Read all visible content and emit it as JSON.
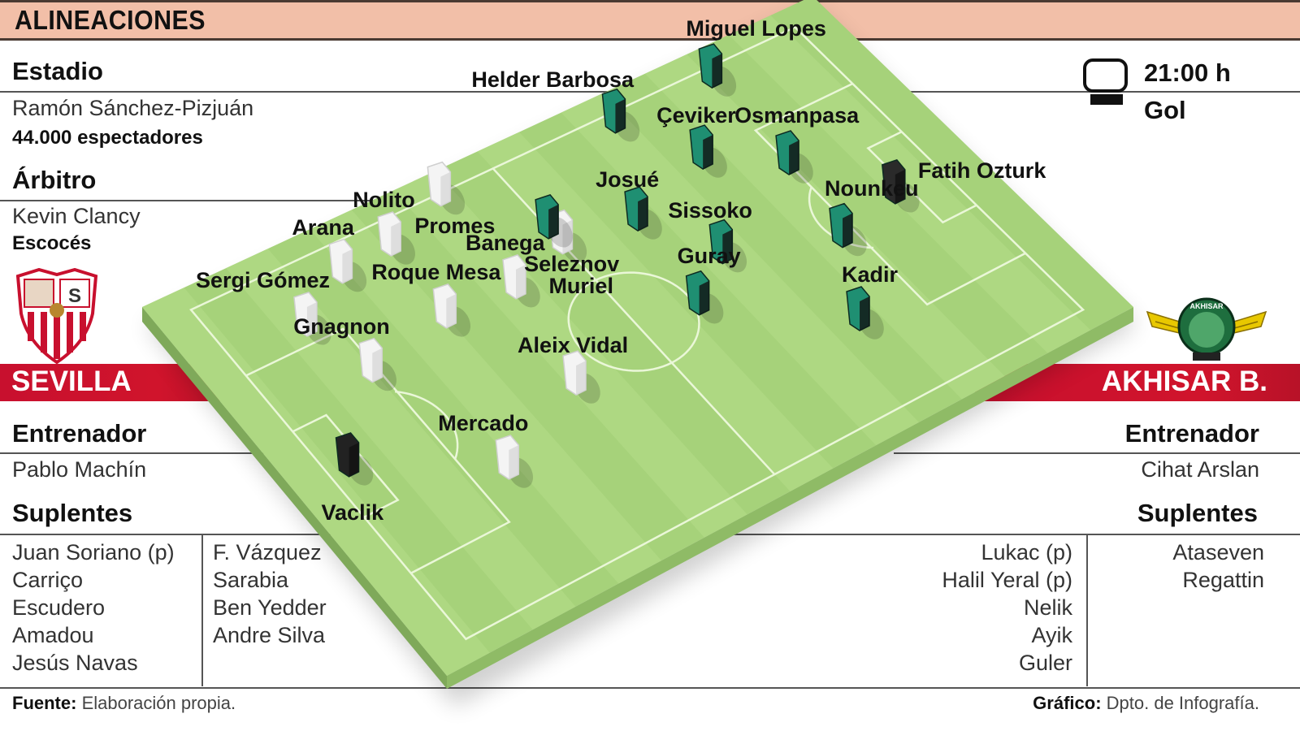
{
  "header": {
    "title": "ALINEACIONES"
  },
  "match_info": {
    "stadium_label": "Estadio",
    "stadium_name": "Ramón Sánchez-Pizjuán",
    "capacity": "44.000 espectadores",
    "referee_label": "Árbitro",
    "referee_name": "Kevin Clancy",
    "referee_nationality": "Escocés",
    "kickoff_time": "21:00 h",
    "tv_channel": "Gol",
    "tv_icon": "tv-icon"
  },
  "home": {
    "name": "SEVILLA",
    "crest_icon": "sevilla-crest-icon",
    "coach_label": "Entrenador",
    "coach": "Pablo Machín",
    "subs_label": "Suplentes",
    "subs_col1": [
      "Juan Soriano (p)",
      "Carriço",
      "Escudero",
      "Amadou",
      "Jesús Navas"
    ],
    "subs_col2": [
      "F. Vázquez",
      "Sarabia",
      "Ben Yedder",
      "Andre Silva"
    ],
    "kit_color": "#f4f4f4",
    "gk_color": "#222222",
    "lineup": [
      {
        "name": "Vaclik",
        "role": "gk"
      },
      {
        "name": "Gnagnon"
      },
      {
        "name": "Sergi Gómez"
      },
      {
        "name": "Mercado"
      },
      {
        "name": "Roque Mesa"
      },
      {
        "name": "Arana"
      },
      {
        "name": "Aleix Vidal"
      },
      {
        "name": "Banega"
      },
      {
        "name": "Nolito"
      },
      {
        "name": "Muriel"
      },
      {
        "name": "Promes"
      }
    ]
  },
  "away": {
    "name": "AKHISAR B.",
    "crest_icon": "akhisar-crest-icon",
    "crest_text": "AKHISAR",
    "coach_label": "Entrenador",
    "coach": "Cihat Arslan",
    "subs_label": "Suplentes",
    "subs_col1": [
      "Lukac (p)",
      "Halil Yeral (p)",
      "Nelik",
      "Ayik",
      "Guler"
    ],
    "subs_col2": [
      "Ataseven",
      "Regattin"
    ],
    "kit_color": "#1f8f72",
    "gk_color": "#2a2a2a",
    "lineup": [
      {
        "name": "Fatih Ozturk",
        "role": "gk"
      },
      {
        "name": "Miguel Lopes"
      },
      {
        "name": "Osmanpasa"
      },
      {
        "name": "Nounkeu"
      },
      {
        "name": "Kadir"
      },
      {
        "name": "Helder Barbosa"
      },
      {
        "name": "Çeviker"
      },
      {
        "name": "Sissoko"
      },
      {
        "name": "Josué"
      },
      {
        "name": "Guray"
      },
      {
        "name": "Seleznov"
      }
    ]
  },
  "footer": {
    "source_label": "Fuente:",
    "source_text": " Elaboración propia.",
    "graphic_label": "Gráfico:",
    "graphic_text": " Dpto. de Infografía."
  },
  "colors": {
    "header_band": "#f2bfa8",
    "team_band": "#c8102e",
    "pitch": "#a6d27a",
    "pitch_edge": "#7fae58"
  }
}
